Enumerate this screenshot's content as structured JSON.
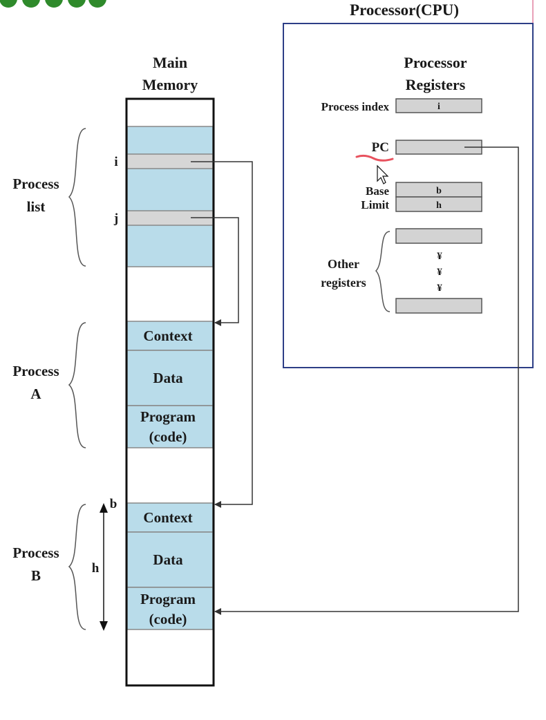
{
  "cpu": {
    "title": "Processor(CPU)",
    "registers_heading": [
      "Processor",
      "Registers"
    ],
    "process_index_label": "Process index",
    "process_index_value": "i",
    "pc_label": "PC",
    "base_label": "Base",
    "base_value": "b",
    "limit_label": "Limit",
    "limit_value": "h",
    "other_registers_label": [
      "Other",
      "registers"
    ],
    "ellipsis_mark": "¥"
  },
  "memory": {
    "heading": [
      "Main",
      "Memory"
    ],
    "pointer_i": "i",
    "pointer_j": "j",
    "process_list_label": [
      "Process",
      "list"
    ],
    "process_a_label": [
      "Process",
      "A"
    ],
    "process_b_label": [
      "Process",
      "B"
    ],
    "context_label": "Context",
    "data_label": "Data",
    "program_label": [
      "Program",
      "(code)"
    ],
    "base_marker": "b",
    "limit_marker": "h"
  },
  "colors": {
    "memory_block": "#b9dcea",
    "process_list_entry": "#d6d6d6",
    "register": "#d3d3d3",
    "cpu_border": "#2d3e86",
    "logo_green": "#2f8a2b",
    "annotation_pink": "#e8525e"
  }
}
